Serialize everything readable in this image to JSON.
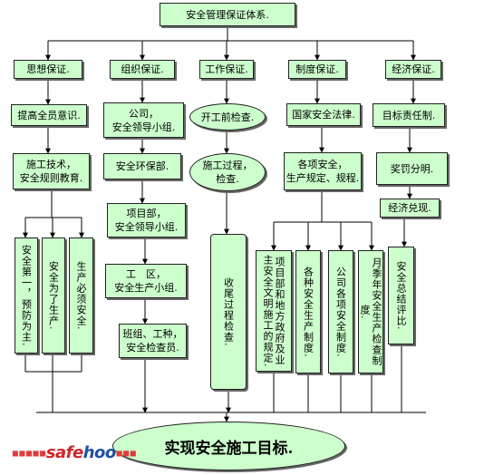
{
  "title": "安全管理保证体系.",
  "columns": [
    {
      "header": "思想保证.",
      "items": [
        "提高全员意识.",
        "施工技术，\n安全规则教育."
      ]
    },
    {
      "header": "组织保证.",
      "items": [
        "公司，\n安全领导小组.",
        "安全环保部.",
        "项目部，\n安全领导小组.",
        "工　区，\n安全生产小组.",
        "班组、工种，\n安全检查员."
      ]
    },
    {
      "header": "工作保证.",
      "items": [
        "开工前检查.",
        "施工过程，\n检查.",
        "收尾过程检查."
      ]
    },
    {
      "header": "制度保证.",
      "items": [
        "国家安全法律.",
        "各项安全，\n生产规定、规程."
      ]
    },
    {
      "header": "经济保证.",
      "items": [
        "目标责任制.",
        "奖罚分明.",
        "经济兑现."
      ]
    }
  ],
  "ideology_slogans": [
    "安全第一，预防为主.",
    "安全为了生产.",
    "生产必须安全."
  ],
  "system_items": [
    "项目部和地方政府及业主安全文明施工的规定.",
    "各种安全生产制度.",
    "公司各项安全制度.",
    "月季年安全生产检查制度.",
    "安全总结评比."
  ],
  "goal": "实现安全施工目标.",
  "watermark": {
    "safe": "safe",
    "hoo": "hoo",
    "dots": "■■■■■",
    "dots_right": "■■■"
  },
  "colors": {
    "box_fill": "#ccffcc",
    "line": "#000000"
  }
}
